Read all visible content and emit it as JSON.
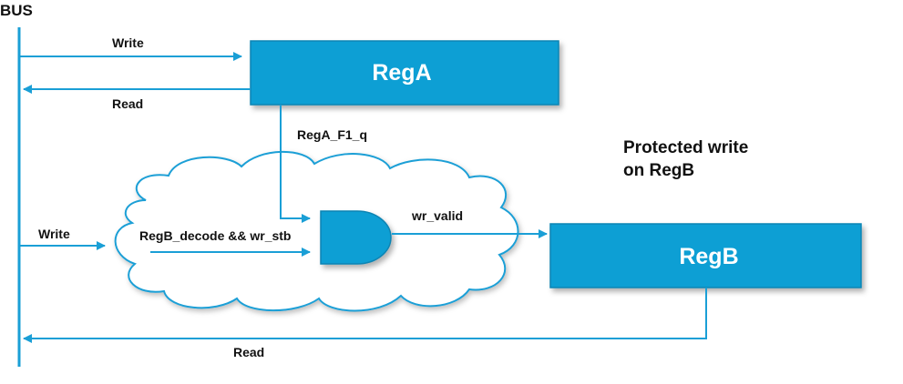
{
  "bus": {
    "label": "BUS"
  },
  "reg_a": {
    "label": "RegA",
    "write_label": "Write",
    "read_label": "Read",
    "output_label": "RegA_F1_q"
  },
  "reg_b": {
    "label": "RegB",
    "write_label": "Write",
    "read_label": "Read"
  },
  "logic": {
    "decode_label": "RegB_decode && wr_stb",
    "gate_output_label": "wr_valid"
  },
  "note": {
    "line1": "Protected write",
    "line2": "on RegB"
  },
  "colors": {
    "register_fill": "#0a9fd4",
    "register_border": "#0a84b3",
    "wire": "#1a9fd6",
    "gate_fill": "#0a9fd4"
  }
}
